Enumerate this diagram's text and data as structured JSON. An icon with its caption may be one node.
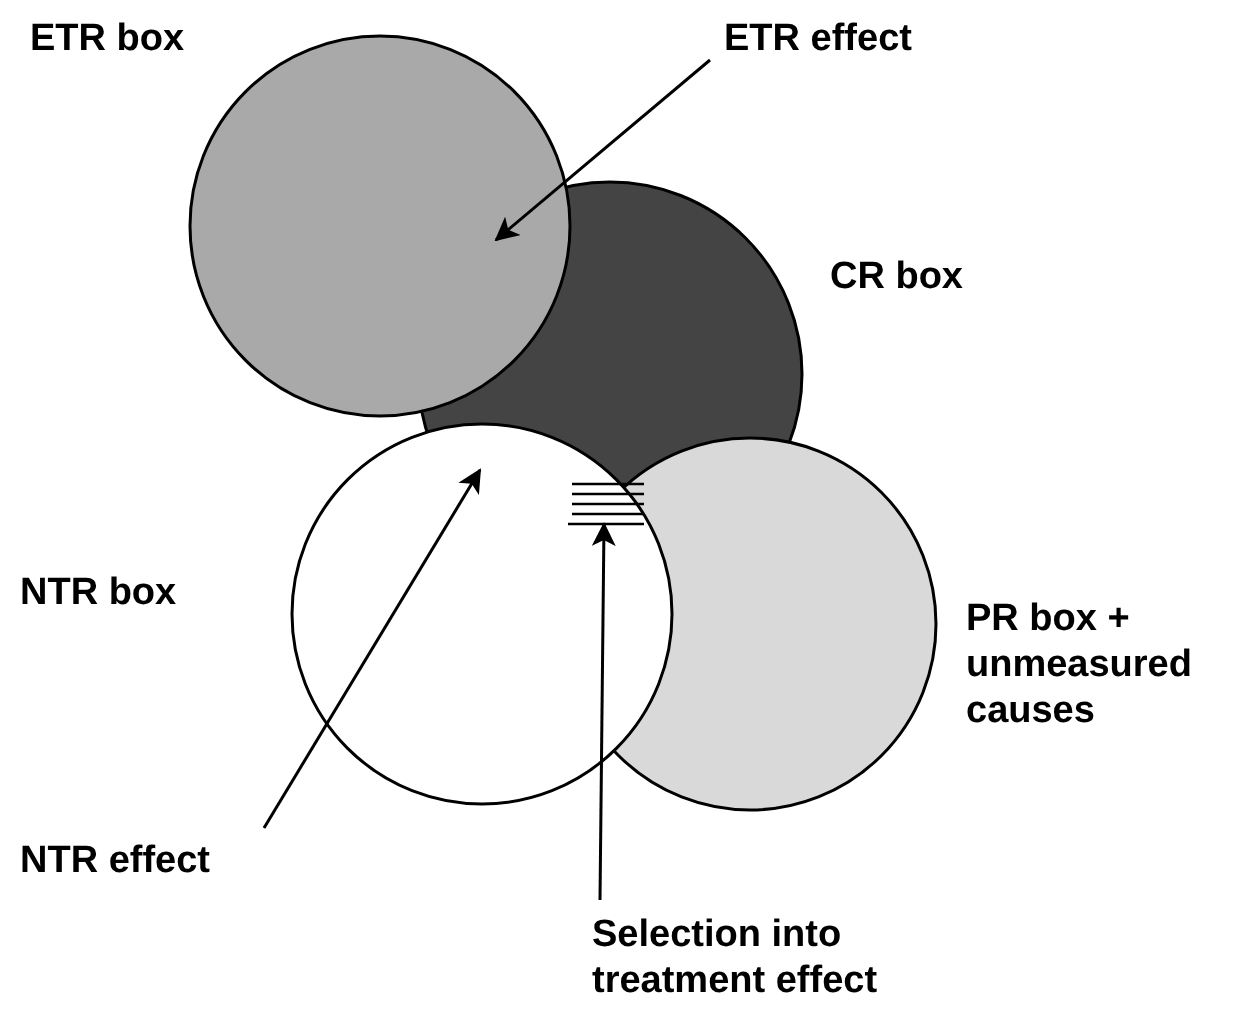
{
  "diagram": {
    "nodes": [
      {
        "text": [
          "ETR box"
        ]
      },
      {
        "text": [
          "CR box"
        ]
      },
      {
        "text": [
          "NTR box"
        ]
      },
      {
        "text": [
          "PR box + unmeasured causes"
        ]
      },
      {
        "text": [
          "ETR effect"
        ]
      },
      {
        "text": [
          "NTR effect"
        ]
      },
      {
        "text": [
          "Selection into treatment effect"
        ]
      }
    ],
    "edges": [
      {
        "from": 4,
        "to": 0,
        "arrow": "to"
      },
      {
        "from": 5,
        "to": 2,
        "arrow": "to"
      },
      {
        "from": 6,
        "to": 3,
        "arrow": "to"
      }
    ]
  }
}
